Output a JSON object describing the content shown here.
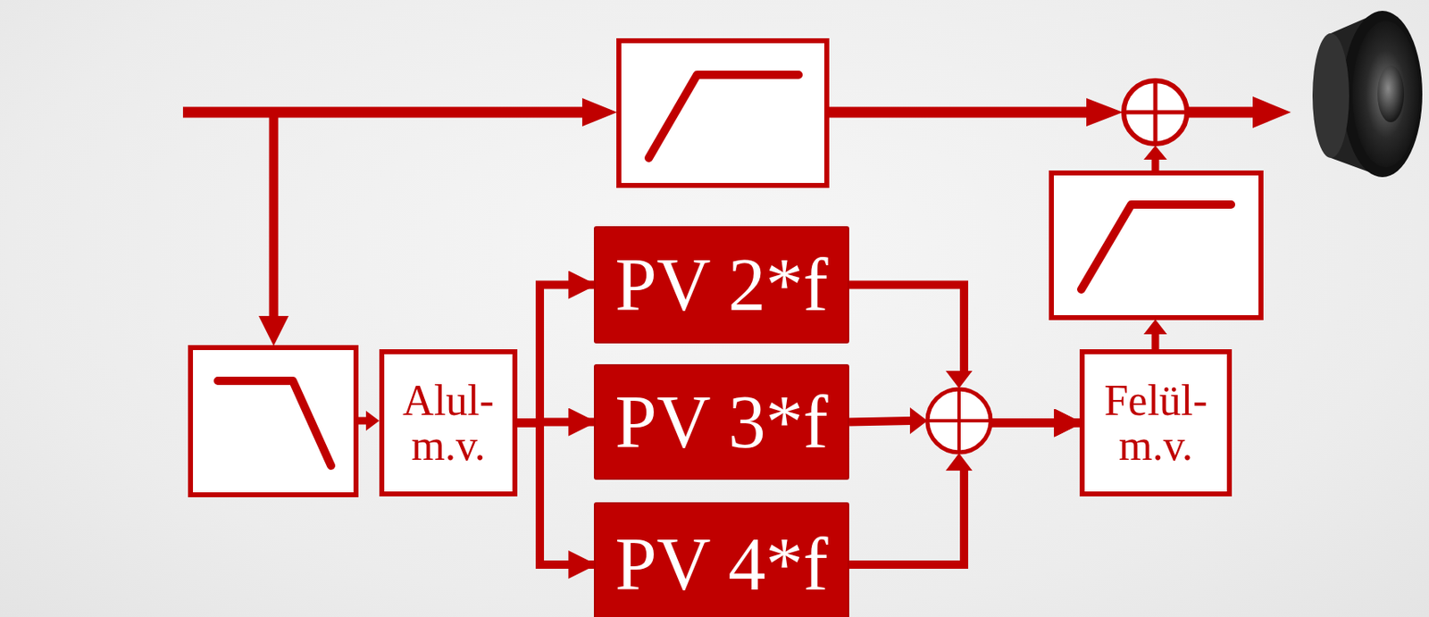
{
  "diagram": {
    "nodes": [
      {
        "text": [
          "Alul- m.v."
        ]
      },
      {
        "text": [
          "PV 2*f"
        ]
      },
      {
        "text": [
          "PV 3*f"
        ]
      },
      {
        "text": [
          "PV 4*f"
        ]
      },
      {
        "text": [
          "Felül- m.v."
        ]
      }
    ],
    "edges": [
      {
        "from": 0,
        "to": 1,
        "arrow": "to"
      },
      {
        "from": 0,
        "to": 2,
        "arrow": "to"
      },
      {
        "from": 0,
        "to": 3,
        "arrow": "to"
      },
      {
        "from": 1,
        "to": 4,
        "arrow": "to"
      },
      {
        "from": 2,
        "to": 4,
        "arrow": "to"
      },
      {
        "from": 3,
        "to": 4,
        "arrow": "to"
      }
    ]
  }
}
